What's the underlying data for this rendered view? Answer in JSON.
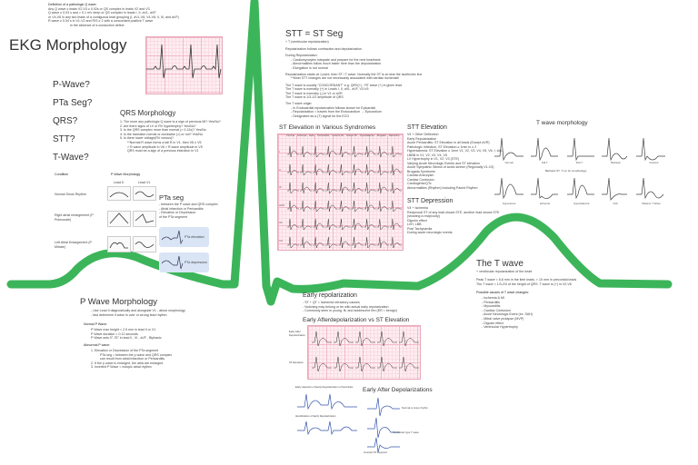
{
  "top_notes": {
    "lines": [
      "Definition of a pathologic Q wave:",
      "Any Q wave ≥ leads V2-V3 ≥ 0.02s or QS complex in leads V2 and V3",
      "Q wave ≥ 0.03 s and > 0.1 mV deep or QS complex in leads I, II, aVL, aVF,",
      "or V4-V6 in any two leads of a contiguous lead grouping (I, aVL,V6; V4-V6; II, III, and aVF)",
      "R wave ≥ 0.04 s in V1-V2 and R/S ≥ 1 with a concordant positive T wave",
      "in the absence of a conduction defect"
    ]
  },
  "title": "EKG Morphology",
  "questions": [
    "P-Wave?",
    "PTa Seg?",
    "QRS?",
    "STT?",
    "T-Wave?"
  ],
  "qrs": {
    "heading": "QRS Morphology",
    "lines": [
      "1. The more any pathologic Q wave is a sign of previous MI? Yes/No?",
      "2. Are there signs of LV or RV hypertrophy? Yes/No?",
      "3. Is the QRS complex more than normal (> 0.12s)? Yes/No",
      "4. Is the transition normal or clockwise (>) or not? Yes/No",
      "5. Is there lower voltage(RV versus)?",
      "**Normal R wave forms a tall R in V1, then V6 ≥ V5",
      "> R wave amplitude in V6 > R wave amplitude in V5",
      "QRS must be a sign of a previous infarction in V1"
    ]
  },
  "table": {
    "col1": "Condition",
    "col2": "P Wave Morphology",
    "rows": [
      "Normal Sinus Rhythm",
      "Right atrial enlargement (P Pulmonale)",
      "Left Atrial Enlargement (P Mitrale)"
    ],
    "lead_labels": [
      "Lead II",
      "Lead V1"
    ]
  },
  "pta": {
    "heading": "PTa seg",
    "lines": [
      "- between the P wave and QRS complex",
      "- Atrial infarction or Pericarditis",
      "- Elevation or Depression",
      "of the PTa segment"
    ],
    "box1": "PTa elevation",
    "box2": "PTa depression"
  },
  "pwave": {
    "heading": "P Wave Morphology",
    "intro": [
      "- Use Lead II diagnostically and alongside V1 - about morphology",
      "- fast determine if wave is over or wrong lead rhythm"
    ],
    "normal_label": "Normal P Wave:",
    "normal": [
      "P Wave max height < 2.5 mm in lead II or V1",
      "P Wave duration < 0.12 seconds",
      "P Wave axis 0°-75° in lead II , III , aVF , Biphasic"
    ],
    "abnormal_label": "Abnormal P wave:",
    "abnormal": [
      "1. Elevation or Depression of the PTa segment",
      "PTa seg = between the p wave and QRS complex",
      "can result from atrial infarction or Pericarditis",
      "2. If the p wave is enlarged, the atria are enlarged",
      "3. Inverted P Wave = ectopic atrial rhythm"
    ]
  },
  "stt": {
    "heading": "STT = ST Seg",
    "sub": "+ T (ventricular repolarization)",
    "lines": [
      "Repolarization follows contraction and depolarization",
      "",
      "During Repolarization:",
      "- Cardiomyocytes integrate and prepare for the next heartbeat",
      "- Abnormalities follow much faster here than the depolarization",
      "- Elongation is not normal",
      "",
      "Repolarization starts at J point, then ST / T wave. Normally the ST is at near the isoelectric line",
      "**Most STT changes are not necessarily associated with cardiac ischemia!!",
      "",
      "The T wave is usually \"CONCORDANT\" e.g. QRS(+) - RT wave (+) in given lead",
      "The T wave is normally (+) in Leads I, II, aVL, aVF, V3-V6",
      "The T wave is normally (-) in V1 or aVR",
      "The T wave is 1/3-1/2 amplitude of QRS",
      "",
      "The T wave origin:",
      "- In Endocardial repolarization follows slower for Epicardial",
      "- Repolarization = travels from the Endocardium → Epicardium",
      "- Designated as a (T) signal for the ECG"
    ]
  },
  "st_synd": {
    "heading": "ST Elevation in Various Syndromes",
    "cols": [
      "Normal",
      "Ischemia",
      "Early",
      "Pericarditis",
      "Anterior MI",
      "Inferior MI",
      "Hyperkalemia",
      "Brugada",
      "Takotsubo"
    ],
    "rows": [
      "I",
      "II",
      "III",
      "aVR",
      "V1",
      "V4"
    ]
  },
  "stt_elev": {
    "heading": "STT Elevation",
    "lines": [
      "V4 + Other Deflection",
      "Early Repolarization",
      "Acute Pericarditis: ST Elevation in all leads (Except aVR)",
      "Pathologic Inflection, ST Elevation ≥ 1mm in ≥ 2",
      "Hyperkalemia: ST Elevation ≥ 1mm V1, V2, V3, V4, V5, V6, I, aVL",
      "LBBB in V1, V2, V3, V4, V5",
      "LV Hypertrophy in V1, V2, V3 (STE)",
      "Varying Acute Neurologic Events and ST elevation",
      "Acute Sympathic Stimuli of aortic stretch (Regionally V1-V3)",
      "Brugada Syndrome",
      "Cardiac Aneurysm",
      "Cardiac Contusion",
      "Cardiogenic/QTc",
      "Abnormalities (Rhythm) Including Paced Rhythm"
    ]
  },
  "stt_dep": {
    "heading": "STT Depression",
    "lines": [
      "V4 + Ischemia",
      "Reciprocal ST of any lead shows STE, another lead shows STE",
      "(showing a reciprocity)",
      "Digoxin effect",
      "LVH, LBB",
      "Post Tachycardia",
      "During acute neurologic events"
    ]
  },
  "twave_morph": {
    "heading": "T wave morphology",
    "row1": [
      "Normal",
      "Tall T",
      "Flat T",
      "Biphasic",
      "Inverted"
    ],
    "mid_label": "Biphasic ST -T (or its morphology)",
    "row2": [
      "Hyperacute",
      "Ischemia",
      "Hyperkalemia",
      "Fish",
      "Wellens' T Wave"
    ]
  },
  "twave": {
    "heading": "The T wave",
    "sub": "+ ventricular repolarization of the heart",
    "normal_lines": [
      "Peak T wave < 5-6 mm in the limb leads, < 10 mm in precordial leads",
      "The T wave < 1/3-2/3 of the height of QRS. T wave is (+) in V2-V6"
    ],
    "causes_label": "Possible causes of T wave changes:",
    "causes": [
      "- Ischemia & MI",
      "- Pericarditis",
      "- Myocarditis",
      "- Cardiac Contusion",
      "- Acute Neurologic Event (ex. SAH)",
      "- Mitral valve prolapse (MVP)",
      "- Digoxin effect",
      "- Ventricular Hypertrophy"
    ]
  },
  "early_repol": {
    "heading": "Early repolarization",
    "lines": [
      "- ST + QT = Ischemia refractory causes",
      "- Notching may belong or be with actual early repolarization",
      "- Commonly seen in young, fit, and adolescent Hm (ER = benign)"
    ]
  },
  "early_after": {
    "heading": "Early Afterdepolarization vs ST Elevation",
    "left_label": "Early After Depolarization",
    "right_label": "ST Elevation"
  },
  "ead": {
    "heading": "Early After Depolarizations",
    "caption1": "Early detection of Early Repolarization of Ventricles",
    "caption2": "Identification of Early Repolarization",
    "annot1": "Normal or sinus rhythm",
    "annot2": "Ventricular type T wave",
    "annot3": "Inverted ST segment"
  },
  "colors": {
    "ekg_line": "#3cb55a",
    "grid_pink": "#f4b9c9",
    "box_blue": "#d9e4f5"
  }
}
